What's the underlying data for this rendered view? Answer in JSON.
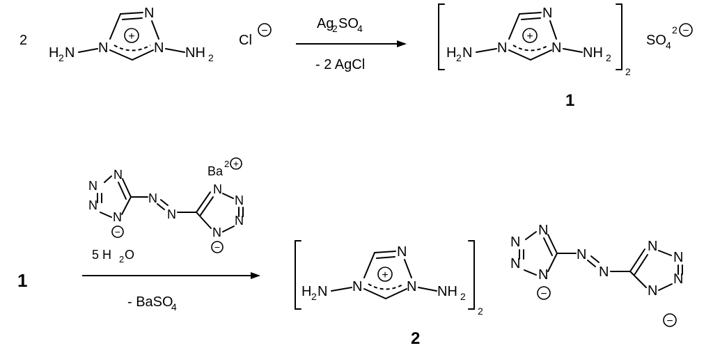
{
  "reaction1": {
    "coefficient": "2",
    "counterion_base": "Cl",
    "arrow_reagent_main": "Ag",
    "arrow_reagent_sub": "2",
    "arrow_reagent_rest": "SO",
    "arrow_reagent_sub2": "4",
    "arrow_byproduct": "- 2 AgCl",
    "product_subscript": "2",
    "sulfate_base": "SO",
    "sulfate_sub": "4",
    "sulfate_sup": "2",
    "product_label": "1"
  },
  "reaction2": {
    "reactant_label": "1",
    "barium": "Ba",
    "barium_sup": "2",
    "water_prefix": "5 H",
    "water_sub": "2",
    "water_suffix": "O",
    "arrow_byproduct_base": "- BaSO",
    "arrow_byproduct_sub": "4",
    "product_subscript": "2",
    "product_label": "2"
  },
  "atoms": {
    "N": "N",
    "H2N_H": "H",
    "H2N_sub": "2",
    "H2N_N": "N",
    "NH2_N": "NH",
    "NH2_sub": "2",
    "plus": "+",
    "minus": "−"
  }
}
